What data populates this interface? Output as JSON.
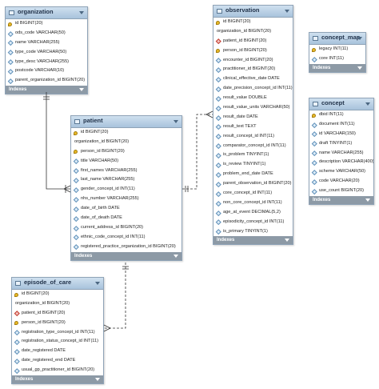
{
  "tables": {
    "organization": {
      "title": "organization",
      "columns": [
        {
          "label": "id BIGINT(20)",
          "icon": "key"
        },
        {
          "label": "ods_code VARCHAR(50)",
          "icon": "col"
        },
        {
          "label": "name VARCHAR(255)",
          "icon": "col"
        },
        {
          "label": "type_code VARCHAR(50)",
          "icon": "col"
        },
        {
          "label": "type_desc VARCHAR(255)",
          "icon": "col"
        },
        {
          "label": "postcode VARCHAR(10)",
          "icon": "col"
        },
        {
          "label": "parent_organization_id BIGINT(20)",
          "icon": "col"
        }
      ],
      "indexes_label": "Indexes"
    },
    "observation": {
      "title": "observation",
      "columns": [
        {
          "label": "id BIGINT(20)",
          "icon": "key"
        },
        {
          "label": "organization_id BIGINT(20)",
          "icon": "none"
        },
        {
          "label": "patient_id BIGINT(20)",
          "icon": "fkred"
        },
        {
          "label": "person_id BIGINT(20)",
          "icon": "key"
        },
        {
          "label": "encounter_id BIGINT(20)",
          "icon": "col"
        },
        {
          "label": "practitioner_id BIGINT(20)",
          "icon": "col"
        },
        {
          "label": "clinical_effective_date DATE",
          "icon": "col"
        },
        {
          "label": "date_precision_concept_id INT(11)",
          "icon": "col"
        },
        {
          "label": "result_value DOUBLE",
          "icon": "col"
        },
        {
          "label": "result_value_units VARCHAR(50)",
          "icon": "col"
        },
        {
          "label": "result_date DATE",
          "icon": "col"
        },
        {
          "label": "result_text TEXT",
          "icon": "col"
        },
        {
          "label": "result_concept_id INT(11)",
          "icon": "col"
        },
        {
          "label": "comparator_concept_id INT(11)",
          "icon": "col"
        },
        {
          "label": "is_problem TINYINT(1)",
          "icon": "col"
        },
        {
          "label": "is_review TINYINT(1)",
          "icon": "col"
        },
        {
          "label": "problem_end_date DATE",
          "icon": "col"
        },
        {
          "label": "parent_observation_id BIGINT(20)",
          "icon": "col"
        },
        {
          "label": "core_concept_id INT(11)",
          "icon": "col"
        },
        {
          "label": "non_core_concept_id INT(11)",
          "icon": "col"
        },
        {
          "label": "age_at_event DECIMAL(5,2)",
          "icon": "col"
        },
        {
          "label": "episodicity_concept_id INT(11)",
          "icon": "col"
        },
        {
          "label": "is_primary TINYINT(1)",
          "icon": "col"
        }
      ],
      "indexes_label": "Indexes"
    },
    "concept_map": {
      "title": "concept_map",
      "columns": [
        {
          "label": "legacy INT(11)",
          "icon": "key"
        },
        {
          "label": "core INT(11)",
          "icon": "col"
        }
      ],
      "indexes_label": "Indexes"
    },
    "concept": {
      "title": "concept",
      "columns": [
        {
          "label": "dbid INT(11)",
          "icon": "key"
        },
        {
          "label": "document INT(11)",
          "icon": "col"
        },
        {
          "label": "id VARCHAR(150)",
          "icon": "col"
        },
        {
          "label": "draft TINYINT(1)",
          "icon": "col"
        },
        {
          "label": "name VARCHAR(255)",
          "icon": "col"
        },
        {
          "label": "description VARCHAR(400)",
          "icon": "col"
        },
        {
          "label": "scheme VARCHAR(50)",
          "icon": "col"
        },
        {
          "label": "code VARCHAR(20)",
          "icon": "col"
        },
        {
          "label": "use_count BIGINT(20)",
          "icon": "col"
        }
      ],
      "indexes_label": "Indexes"
    },
    "patient": {
      "title": "patient",
      "columns": [
        {
          "label": "id BIGINT(20)",
          "icon": "key"
        },
        {
          "label": "organization_id BIGINT(20)",
          "icon": "none"
        },
        {
          "label": "person_id BIGINT(20)",
          "icon": "key"
        },
        {
          "label": "title VARCHAR(50)",
          "icon": "col"
        },
        {
          "label": "first_names VARCHAR(255)",
          "icon": "col"
        },
        {
          "label": "last_name VARCHAR(255)",
          "icon": "col"
        },
        {
          "label": "gender_concept_id INT(11)",
          "icon": "col"
        },
        {
          "label": "nhs_number VARCHAR(255)",
          "icon": "col"
        },
        {
          "label": "date_of_birth DATE",
          "icon": "col"
        },
        {
          "label": "date_of_death DATE",
          "icon": "col"
        },
        {
          "label": "current_address_id BIGINT(20)",
          "icon": "col"
        },
        {
          "label": "ethnic_code_concept_id INT(11)",
          "icon": "col"
        },
        {
          "label": "registered_practice_organization_id BIGINT(20)",
          "icon": "col"
        }
      ],
      "indexes_label": "Indexes"
    },
    "episode_of_care": {
      "title": "episode_of_care",
      "columns": [
        {
          "label": "id BIGINT(20)",
          "icon": "key"
        },
        {
          "label": "organization_id BIGINT(20)",
          "icon": "none"
        },
        {
          "label": "patient_id BIGINT(20)",
          "icon": "fkred"
        },
        {
          "label": "person_id BIGINT(20)",
          "icon": "key"
        },
        {
          "label": "registration_type_concept_id INT(11)",
          "icon": "col"
        },
        {
          "label": "registration_status_concept_id INT(11)",
          "icon": "col"
        },
        {
          "label": "date_registered DATE",
          "icon": "col"
        },
        {
          "label": "date_registered_end DATE",
          "icon": "col"
        },
        {
          "label": "usual_gp_practitioner_id BIGINT(20)",
          "icon": "col"
        }
      ],
      "indexes_label": "Indexes"
    }
  },
  "colors": {
    "header": "#a8c3dc",
    "indexes_bar": "#8d9aa6",
    "link": "#333333"
  }
}
